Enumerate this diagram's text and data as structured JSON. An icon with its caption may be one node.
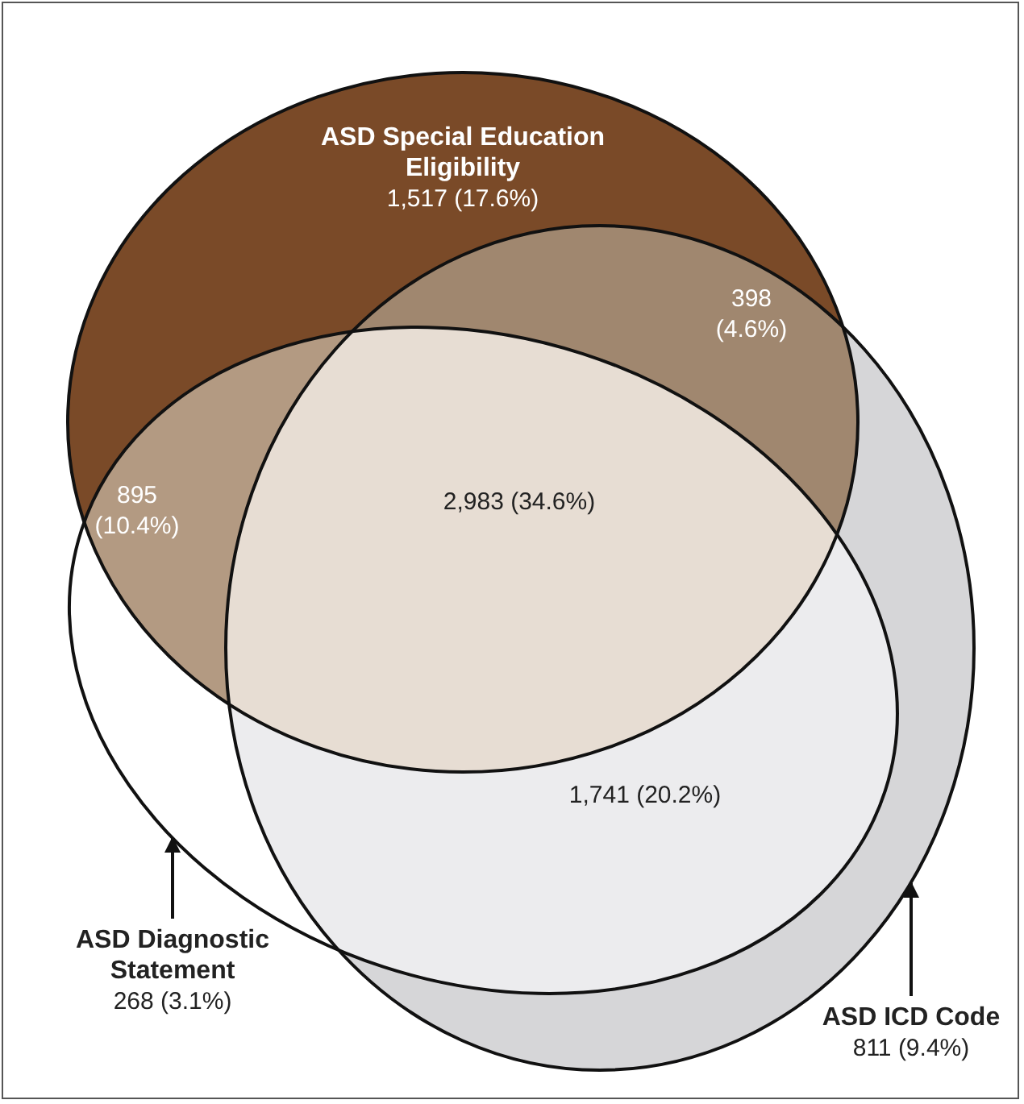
{
  "diagram": {
    "nodes": [
      {
        "text": [
          "ASD Special Education Eligibility",
          "1,517 (17.6%)"
        ]
      },
      {
        "text": [],
        "shape": "circle"
      },
      {
        "text": [],
        "shape": "circle"
      },
      {
        "text": [
          "ASD Diagnostic Statement",
          "268 (3.1%)"
        ]
      },
      {
        "text": [
          "ASD ICD Code",
          "811 (9.4%)"
        ]
      }
    ],
    "edges": [
      {
        "from": 3,
        "to": 1,
        "arrow": "to"
      },
      {
        "from": 4,
        "to": 2,
        "arrow": "to"
      }
    ],
    "labels": [
      "398 (4.6%)",
      "895 (10.4%)",
      "2,983 (34.6%)",
      "1,741 (20.2%)"
    ]
  }
}
